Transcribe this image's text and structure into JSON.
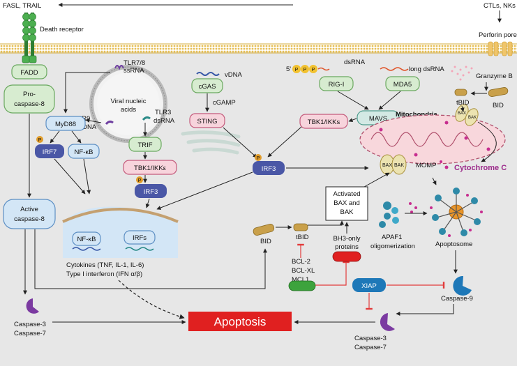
{
  "ligands": {
    "left": "FASL, TRAIL",
    "right": "CTLs, NKs"
  },
  "membrane": {
    "death_receptor": "Death receptor",
    "perforin_pore": "Perforin pore"
  },
  "extrinsic": {
    "fadd": "FADD",
    "procaspase8": [
      "Pro-",
      "caspase-8"
    ],
    "active_caspase8": [
      "Active",
      "caspase-8"
    ],
    "caspase37_left": [
      "Caspase-3",
      "Caspase-7"
    ]
  },
  "endosome": {
    "tlr78": [
      "TLR7/8",
      "ssRNA"
    ],
    "viral": [
      "Viral nucleic",
      "acids"
    ],
    "tlr9": [
      "TLR9",
      "CpG DNA"
    ],
    "tlr3": [
      "TLR3",
      "dsRNA"
    ]
  },
  "tlr_pathway": {
    "myd88": "MyD88",
    "irf7": "IRF7",
    "nfkb": "NF-κB",
    "trif": "TRIF",
    "tbk1_ikke": "TBK1/IKKε",
    "irf3": "IRF3",
    "p": "P"
  },
  "cgas_pathway": {
    "vdna": "vDNA",
    "cgas": "cGAS",
    "cgamp": "cGAMP",
    "sting": "STING"
  },
  "rna_sensing": {
    "five_ppp": "5'",
    "ppp": [
      "P",
      "P",
      "P"
    ],
    "dsrna": "dsRNA",
    "long_dsrna": "long dsRNA",
    "rig1": "RIG-I",
    "mda5": "MDA5",
    "tbk1_ikks": "TBK1/IKKs",
    "mavs": "MAVS",
    "irf3": "IRF3"
  },
  "nucleus": {
    "nfkb": "NF-κB",
    "irfs": "IRFs",
    "cytokines": "Cytokines (TNF, IL-1, IL-6)",
    "interferon": "Type I interferon (IFN α/β)"
  },
  "mitochondria": {
    "title": "Mitochondria",
    "bax": "BAX",
    "bak": "BAK",
    "momp": "MOMP",
    "cytochrome_c": "Cytochrome C"
  },
  "granzyme": {
    "granzyme_b": "Granzyme B",
    "tbid": "tBID",
    "bid": "BID"
  },
  "intrinsic": {
    "activated_box": [
      "Activated",
      "BAX and",
      "BAK"
    ],
    "bid": "BID",
    "tbid": "tBID",
    "bcl_family": [
      "BCL-2",
      "BCL-XL",
      "MCL1"
    ],
    "bh3_only": [
      "BH3-only",
      "proteins"
    ],
    "apaf1": [
      "APAF1",
      "oligomerization"
    ],
    "apoptosome": "Apoptosome",
    "xiap": "XIAP",
    "caspase9": "Caspase-9",
    "caspase37_right": [
      "Caspase-3",
      "Caspase-7"
    ]
  },
  "apoptosis": "Apoptosis",
  "colors": {
    "green": "#d7ecd0",
    "green_border": "#6aa85f",
    "blue": "#d3e6f6",
    "blue_border": "#5d8fc4",
    "dark_blue": "#4a57a6",
    "pink": "#f7d4dc",
    "pink_border": "#c45a7b",
    "apoptosis_red": "#e02020",
    "inhibit_red": "#e23b3b",
    "purple_caspase": "#7b3aa1",
    "tan": "#c9a04a"
  }
}
